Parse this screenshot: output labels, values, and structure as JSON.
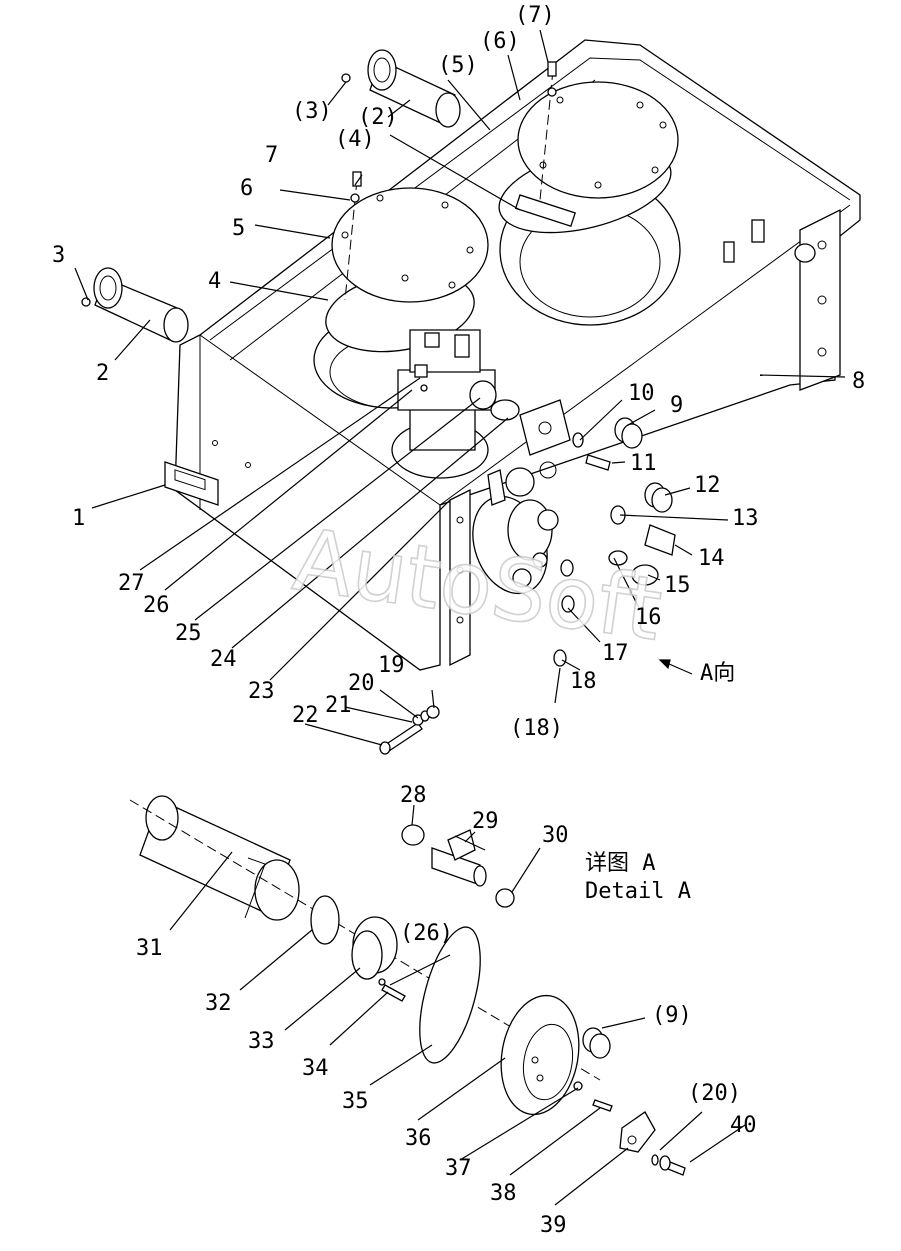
{
  "watermark": "AutoSoft",
  "direction_label": "A向",
  "detail_label_cn": "详图 A",
  "detail_label_en": "Detail A",
  "callouts": {
    "c1": "1",
    "c2": "2",
    "c3": "3",
    "c4": "4",
    "c5": "5",
    "c6": "6",
    "c7": "7",
    "c8": "8",
    "c9": "9",
    "c10": "10",
    "c11": "11",
    "c12": "12",
    "c13": "13",
    "c14": "14",
    "c15": "15",
    "c16": "16",
    "c17": "17",
    "c18": "18",
    "c18p": "(18)",
    "c19": "19",
    "c20": "20",
    "c21": "21",
    "c22": "22",
    "c23": "23",
    "c24": "24",
    "c25": "25",
    "c26": "26",
    "c27": "27",
    "c2p": "(2)",
    "c3p": "(3)",
    "c4p": "(4)",
    "c5p": "(5)",
    "c6p": "(6)",
    "c7p": "(7)",
    "c28": "28",
    "c29": "29",
    "c30": "30",
    "c31": "31",
    "c32": "32",
    "c33": "33",
    "c26p": "(26)",
    "c34": "34",
    "c35": "35",
    "c36": "36",
    "c9p": "(9)",
    "c37": "37",
    "c38": "38",
    "c39": "39",
    "c20p": "(20)",
    "c40": "40"
  }
}
